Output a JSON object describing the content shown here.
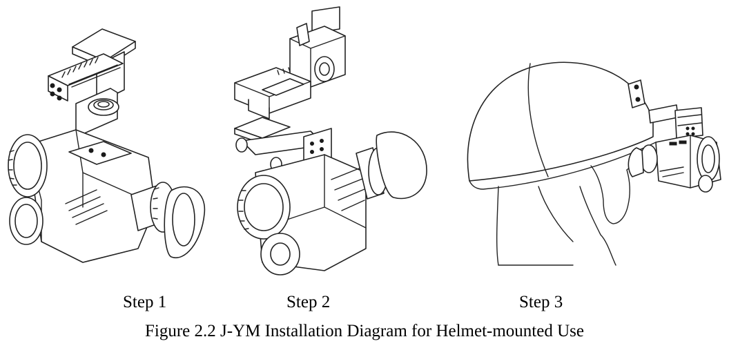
{
  "steps": [
    {
      "label": "Step 1"
    },
    {
      "label": "Step 2"
    },
    {
      "label": "Step 3"
    }
  ],
  "caption": "Figure 2.2 J-YM Installation Diagram for Helmet-mounted Use"
}
